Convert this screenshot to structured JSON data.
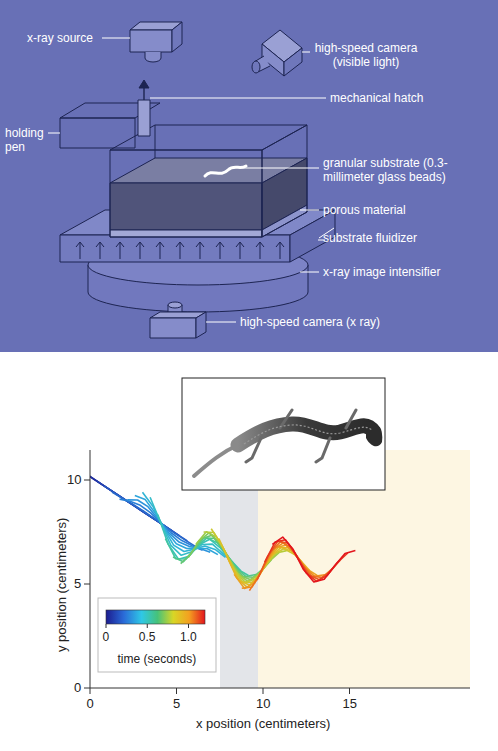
{
  "diagram": {
    "labels": [
      "x-ray source",
      "high-speed camera (visible light)",
      "mechanical hatch",
      "holding pen",
      "granular substrate (0.3-millimeter glass beads)",
      "porous material",
      "substrate fluidizer",
      "x-ray image intensifier",
      "high-speed camera (x ray)",
      "10",
      "5",
      "0",
      "y position (centimeters)",
      "0",
      "0.5",
      "1.0",
      "time (seconds)",
      "0",
      "5",
      "10",
      "15",
      "x position (centimeters)"
    ]
  }
}
